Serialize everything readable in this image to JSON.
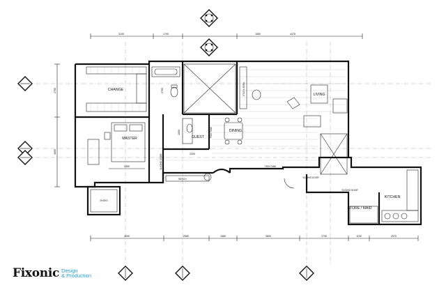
{
  "brand": {
    "name": "Fixonic",
    "tagline_line1": "Design",
    "tagline_line2": "& Production"
  },
  "rooms": {
    "change": "CHANGE",
    "master": "MASTER",
    "guest": "GUEST",
    "dining": "DINING",
    "living": "LIVING",
    "kitchen": "KITCHEN",
    "store_maid": "STORE / MAID",
    "shoes": "SHOES"
  },
  "labels": {
    "fish_tank_top": "FISH TANK",
    "fish_tank_bottom": "FISH TANK",
    "study_area": "STUDY AREA",
    "sliding_door_left": "SLIDING DOOR",
    "sliding_door_right": "SLIDING DOOR",
    "sliding_door_store": "SLIDING DOOR",
    "bench": "BENCH"
  },
  "dimensions": {
    "top": [
      "3100",
      "1700",
      "1650",
      "4475"
    ],
    "bottom": [
      "4090",
      "2580",
      "1560",
      "3600",
      "2730",
      "1190",
      "2570"
    ],
    "left": [
      "2750",
      "3600"
    ],
    "inner_2350": "2350",
    "inner_2200": "2200",
    "inner_2750": "2750",
    "inner_1000": "1000"
  },
  "colors": {
    "walls": "#111111",
    "brand_accent": "#1f9fd6"
  }
}
